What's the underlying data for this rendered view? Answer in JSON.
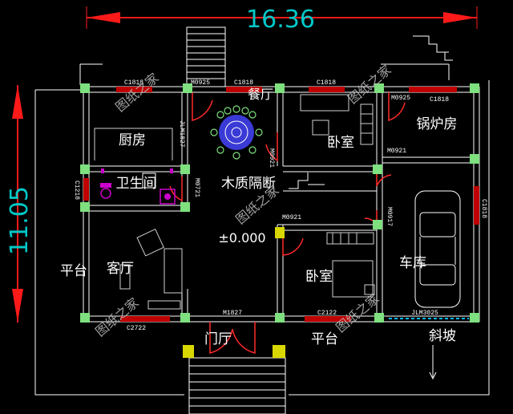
{
  "dimensions": {
    "width": "16.36",
    "height": "11.05"
  },
  "rooms": {
    "dining": "餐厅",
    "kitchen": "厨房",
    "bedroom_top": "卧室",
    "boiler": "锅炉房",
    "bathroom": "卫生间",
    "partition": "木质隔断",
    "elevation": "±0.000",
    "terrace_left": "平台",
    "living": "客厅",
    "bedroom_bottom": "卧室",
    "garage": "车库",
    "foyer": "门厅",
    "terrace_right": "平台",
    "ramp": "斜坡"
  },
  "tags": {
    "c1818_a": "C1818",
    "m0925_a": "M0925",
    "c1818_b": "C1818",
    "c1818_c": "C1818",
    "m0925_b": "M0925",
    "c1818_d": "C1818",
    "jlm1827": "JLM1827",
    "m0921_a": "M0921",
    "m0921_b": "M0921",
    "c1218": "C1218",
    "m0721": "M0721",
    "m0921_c": "M0921",
    "m0917": "M0917",
    "c1818_e": "C1818",
    "m1827": "M1827",
    "c2122": "C2122",
    "c2722": "C2722",
    "jlm3025": "JLM3025"
  },
  "watermark": "图纸之家",
  "colors": {
    "background": "#000000",
    "wall": "#ffffff",
    "column_green": "#7ee07e",
    "column_yellow": "#d8d800",
    "window": "#c00000",
    "door": "#ff2a2a",
    "dimension": "#ff1a1a",
    "dim_text": "#00c8c8",
    "fixture": "#cc00cc"
  }
}
